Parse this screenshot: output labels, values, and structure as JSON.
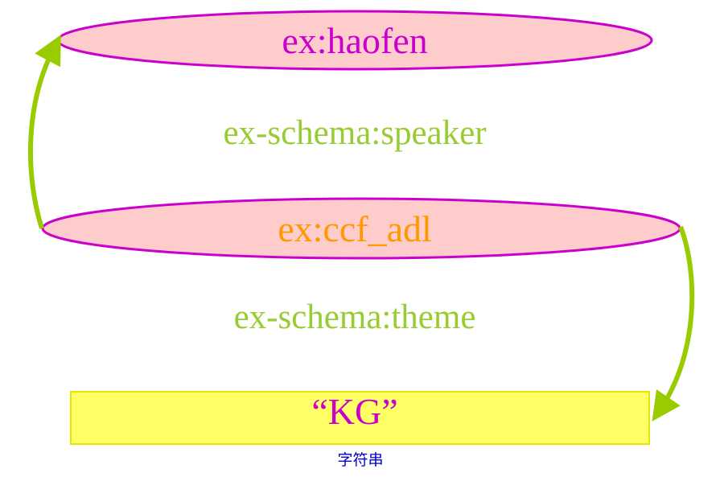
{
  "nodes": {
    "subject": {
      "label": "ex:haofen"
    },
    "event": {
      "label": "ex:ccf_adl"
    },
    "literal": {
      "label": "“KG”",
      "caption": "字符串"
    }
  },
  "edges": {
    "speaker": {
      "label": "ex-schema:speaker"
    },
    "theme": {
      "label": "ex-schema:theme"
    }
  },
  "colors": {
    "ellipse_fill": "#ffcccc",
    "ellipse_stroke": "#cc00cc",
    "arrow": "#99cc00",
    "literal_fill": "#ffff66",
    "edge_text": "#99cc33",
    "uri_text": "#cc00cc",
    "event_text": "#ff9900",
    "caption_text": "#0000cc"
  }
}
